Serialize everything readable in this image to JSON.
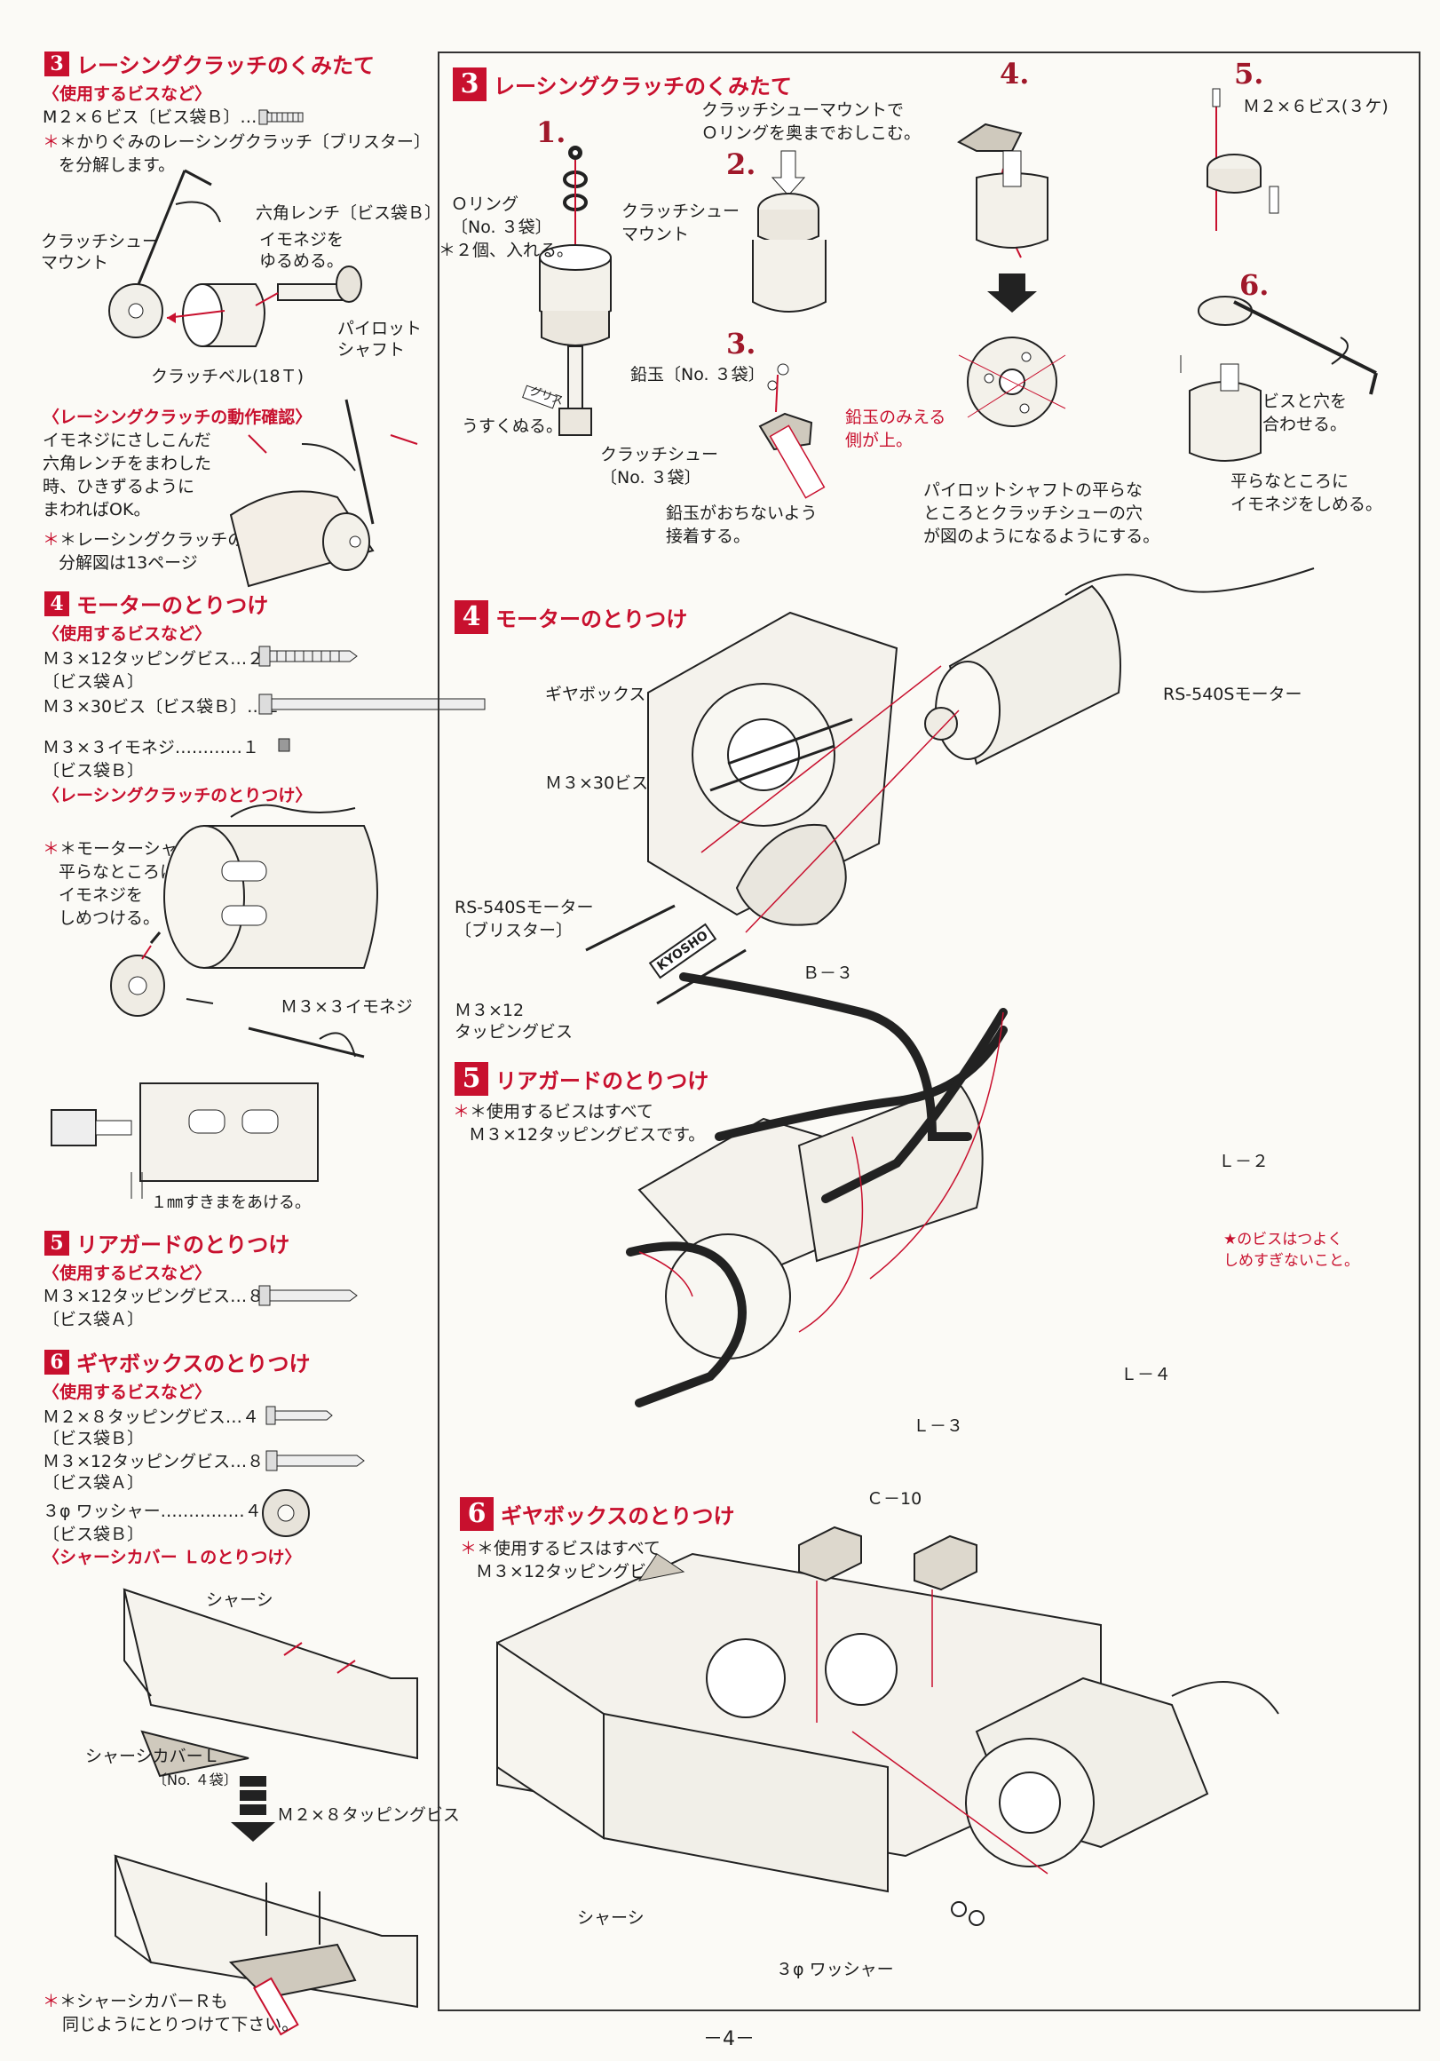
{
  "left": {
    "s3": {
      "num": "3",
      "title": "レーシングクラッチのくみたて",
      "sub": "〈使用するビスなど〉",
      "screw": "M２×６ビス〔ビス袋Ｂ〕…３",
      "note1": "＊かりぐみのレーシングクラッチ〔ブリスター〕",
      "note2": "を分解します。",
      "l_wrench": "六角レンチ〔ビス袋Ｂ〕",
      "l_loosen1": "イモネジを",
      "l_loosen2": "ゆるめる。",
      "l_mount1": "クラッチシュー",
      "l_mount2": "マウント",
      "l_pilot1": "パイロット",
      "l_pilot2": "シャフト",
      "l_bell": "クラッチベル(18Ｔ)",
      "check_title": "〈レーシングクラッチの動作確認〉",
      "check1": "イモネジにさしこんだ",
      "check2": "六角レンチをまわした",
      "check3": "時、ひきずるように",
      "check4": "まわればOK。",
      "ref1": "＊レーシングクラッチの",
      "ref2": "分解図は13ページ"
    },
    "s4": {
      "num": "4",
      "title": "モーターのとりつけ",
      "sub": "〈使用するビスなど〉",
      "sc1": "Ｍ３×12タッピングビス…２",
      "sc1b": "〔ビス袋Ａ〕",
      "sc2": "Ｍ３×30ビス〔ビス袋Ｂ〕…２",
      "sc3": "Ｍ３×３イモネジ…………１",
      "sc3b": "〔ビス袋Ｂ〕",
      "sub2": "〈レーシングクラッチのとりつけ〉",
      "n1": "＊モーターシャフトの",
      "n2": "平らなところに",
      "n3": "イモネジを",
      "n4": "しめつける。",
      "motor1": "RS-540Sモーター",
      "motor2": "〔ブリスター〕",
      "setscrew": "Ｍ３×３イモネジ",
      "gap": "１㎜すきまをあける。"
    },
    "s5": {
      "num": "5",
      "title": "リアガードのとりつけ",
      "sub": "〈使用するビスなど〉",
      "sc1": "Ｍ３×12タッピングビス…８",
      "sc1b": "〔ビス袋Ａ〕"
    },
    "s6": {
      "num": "6",
      "title": "ギヤボックスのとりつけ",
      "sub": "〈使用するビスなど〉",
      "sc1": "Ｍ２×８タッピングビス…４",
      "sc1b": "〔ビス袋Ｂ〕",
      "sc2": "Ｍ３×12タッピングビス…８",
      "sc2b": "〔ビス袋Ａ〕",
      "sc3": "３φ ワッシャー……………４",
      "sc3b": "〔ビス袋Ｂ〕",
      "sub2": "〈シャーシカバー Ｌのとりつけ〉",
      "chassis": "シャーシ",
      "cover1": "シャーシカバーＬ",
      "cover2": "〔No. ４袋〕",
      "screw": "Ｍ２×８タッピングビス",
      "n1": "＊シャーシカバーＲも",
      "n2": "同じようにとりつけて下さい。"
    }
  },
  "right": {
    "s3": {
      "num": "3",
      "title": "レーシングクラッチのくみたて",
      "step1": "1.",
      "step2": "2.",
      "step3": "3.",
      "step4": "4.",
      "step5": "5.",
      "step6": "6.",
      "oring1": "Ｏリング",
      "oring2": "〔No. ３袋〕",
      "oring3": "＊２個、入れる。",
      "grease": "うすくぬる。",
      "grease_tag": "グリス",
      "push1": "クラッチシューマウントで",
      "push2": "Ｏリングを奥までおしこむ。",
      "mount1": "クラッチシュー",
      "mount2": "マウント",
      "ball": "鉛玉〔No. ３袋〕",
      "shoe1": "クラッチシュー",
      "shoe2": "〔No. ３袋〕",
      "glue1": "鉛玉がおちないよう",
      "glue2": "接着する。",
      "up1": "鉛玉のみえる",
      "up2": "側が上。",
      "pilot1": "パイロットシャフトの平らな",
      "pilot2": "ところとクラッチシューの穴",
      "pilot3": "が図のようになるようにする。",
      "screw5": "Ｍ２×６ビス(３ケ)",
      "align1": "ビスと穴を",
      "align2": "合わせる。",
      "tight1": "平らなところに",
      "tight2": "イモネジをしめる。"
    },
    "s4": {
      "num": "4",
      "title": "モーターのとりつけ",
      "gearbox": "ギヤボックス",
      "motor": "RS-540Sモーター",
      "m3x30": "Ｍ３×30ビス",
      "b3": "Ｂ－３",
      "m3x12a": "Ｍ３×12",
      "m3x12b": "タッピングビス",
      "brand": "KYOSHO"
    },
    "s5": {
      "num": "5",
      "title": "リアガードのとりつけ",
      "n1": "＊使用するビスはすべて",
      "n2": "Ｍ３×12タッピングビスです。",
      "l2": "Ｌ－２",
      "l3": "Ｌ－３",
      "l4": "Ｌ－４",
      "star1": "★のビスはつよく",
      "star2": "しめすぎないこと。"
    },
    "s6": {
      "num": "6",
      "title": "ギヤボックスのとりつけ",
      "n1": "＊使用するビスはすべて",
      "n2": "Ｍ３×12タッピングビスです。",
      "c10": "Ｃ－10",
      "chassis": "シャーシ",
      "washer": "３φ ワッシャー"
    }
  },
  "page_number": "－4－"
}
